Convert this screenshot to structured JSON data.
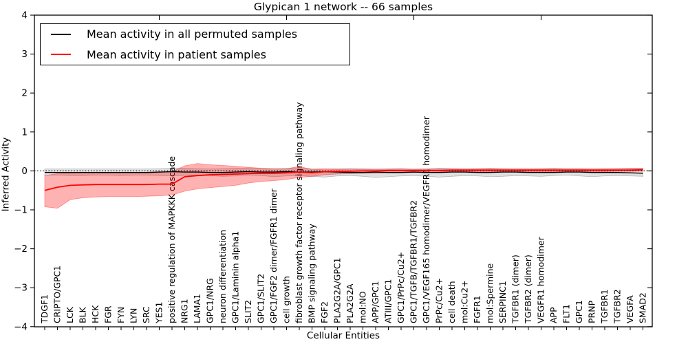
{
  "title": "Glypican 1 network -- 66 samples",
  "axes": {
    "x_label": "Cellular Entities",
    "y_label": "Inferred Activity",
    "y_ticks": [
      4,
      3,
      2,
      1,
      0,
      -1,
      -2,
      -3,
      -4
    ],
    "y_min": -4,
    "y_max": 4
  },
  "legend": {
    "items": [
      {
        "label": "Mean activity in all permuted samples",
        "color": "#000000"
      },
      {
        "label": "Mean activity in patient samples",
        "color": "#ff0000"
      }
    ]
  },
  "colors": {
    "patient_line": "#ff0000",
    "permuted_line": "#000000",
    "patient_band": "#ff0000",
    "permuted_band": "#000000",
    "zero_line": "#000000"
  },
  "chart_data": {
    "type": "line",
    "title": "Glypican 1 network -- 66 samples",
    "xlabel": "Cellular Entities",
    "ylabel": "Inferred Activity",
    "ylim": [
      -4,
      4
    ],
    "grid": false,
    "legend_position": "upper left",
    "zero_line": {
      "y": 0,
      "style": "dotted"
    },
    "top_ticks_at_categories": [
      9,
      19,
      29,
      39
    ],
    "categories": [
      "TDGF1",
      "CRIPTO/GPC1",
      "LCK",
      "BLK",
      "HCK",
      "FGR",
      "FYN",
      "LYN",
      "SRC",
      "YES1",
      "positive regulation of MAPKKK cascade",
      "NRG1",
      "LAMA1",
      "GPC1/NRG",
      "neuron differentiation",
      "GPC1/Laminin alpha1",
      "SLIT2",
      "GPC1/SLIT2",
      "GPC1/FGF2 dimer/FGFR1 dimer",
      "cell growth",
      "fibroblast growth factor receptor signaling pathway",
      "BMP signaling pathway",
      "FGF2",
      "PLA2G2A/GPC1",
      "PLA2G2A",
      "mol:NO",
      "APP/GPC1",
      "ATIII/GPC1",
      "GPC1/PrPc/Cu2+",
      "GPC1/TGFB/TGFBR1/TGFBR2",
      "GPC1/VEGF165 homodimer/VEGFR1 homodimer",
      "PrPc/Cu2+",
      "cell death",
      "mol:Cu2+",
      "FGFR1",
      "mol:Spermine",
      "SERPINC1",
      "TGFBR1 (dimer)",
      "TGFBR2 (dimer)",
      "VEGFR1 homodimer",
      "APP",
      "FLT1",
      "GPC1",
      "PRNP",
      "TGFBR1",
      "TGFBR2",
      "VEGFA",
      "SMAD2"
    ],
    "series": [
      {
        "name": "Mean activity in all permuted samples",
        "color": "#000000",
        "values": [
          -0.04,
          -0.04,
          -0.04,
          -0.04,
          -0.04,
          -0.04,
          -0.04,
          -0.04,
          -0.04,
          -0.03,
          -0.02,
          -0.03,
          -0.03,
          -0.04,
          -0.04,
          -0.03,
          -0.02,
          -0.03,
          -0.03,
          -0.02,
          -0.03,
          -0.03,
          -0.02,
          -0.03,
          -0.04,
          -0.04,
          -0.03,
          -0.04,
          -0.04,
          -0.03,
          -0.04,
          -0.04,
          -0.03,
          -0.03,
          -0.04,
          -0.04,
          -0.03,
          -0.03,
          -0.04,
          -0.04,
          -0.04,
          -0.03,
          -0.03,
          -0.04,
          -0.04,
          -0.04,
          -0.05,
          -0.06
        ]
      },
      {
        "name": "Mean activity in patient samples",
        "color": "#ff0000",
        "values": [
          -0.5,
          -0.42,
          -0.37,
          -0.36,
          -0.35,
          -0.35,
          -0.35,
          -0.35,
          -0.35,
          -0.34,
          -0.34,
          -0.15,
          -0.12,
          -0.1,
          -0.09,
          -0.08,
          -0.07,
          -0.06,
          -0.06,
          -0.05,
          -0.03,
          -0.05,
          -0.02,
          -0.01,
          -0.01,
          0.0,
          0.0,
          0.01,
          0.01,
          0.01,
          0.01,
          0.01,
          0.02,
          0.02,
          0.02,
          0.02,
          0.02,
          0.02,
          0.02,
          0.02,
          0.02,
          0.02,
          0.02,
          0.02,
          0.02,
          0.02,
          0.02,
          0.03
        ]
      }
    ],
    "bands": [
      {
        "name": "permuted-range",
        "fill": "#000000",
        "opacity": 0.12,
        "top": [
          0.05,
          0.05,
          0.05,
          0.05,
          0.05,
          0.05,
          0.05,
          0.05,
          0.05,
          0.06,
          0.07,
          0.07,
          0.06,
          0.05,
          0.06,
          0.07,
          0.07,
          0.06,
          0.05,
          0.07,
          0.08,
          0.06,
          0.05,
          0.06,
          0.07,
          0.06,
          0.05,
          0.06,
          0.06,
          0.05,
          0.06,
          0.07,
          0.06,
          0.05,
          0.06,
          0.07,
          0.06,
          0.05,
          0.05,
          0.06,
          0.07,
          0.06,
          0.06,
          0.05,
          0.06,
          0.06,
          0.07,
          0.07
        ],
        "bottom": [
          -0.11,
          -0.11,
          -0.12,
          -0.12,
          -0.11,
          -0.11,
          -0.12,
          -0.11,
          -0.11,
          -0.12,
          -0.13,
          -0.12,
          -0.11,
          -0.12,
          -0.14,
          -0.13,
          -0.11,
          -0.12,
          -0.15,
          -0.13,
          -0.12,
          -0.14,
          -0.16,
          -0.13,
          -0.12,
          -0.14,
          -0.17,
          -0.15,
          -0.13,
          -0.12,
          -0.14,
          -0.16,
          -0.14,
          -0.12,
          -0.13,
          -0.15,
          -0.14,
          -0.12,
          -0.13,
          -0.14,
          -0.12,
          -0.11,
          -0.13,
          -0.15,
          -0.13,
          -0.12,
          -0.13,
          -0.14
        ]
      },
      {
        "name": "patient-range",
        "fill": "#ff0000",
        "opacity": 0.3,
        "top": [
          -0.12,
          -0.07,
          -0.06,
          -0.05,
          -0.05,
          -0.05,
          -0.05,
          -0.05,
          -0.05,
          -0.04,
          -0.02,
          0.13,
          0.19,
          0.16,
          0.14,
          0.12,
          0.09,
          0.07,
          0.06,
          0.05,
          0.12,
          0.03,
          0.05,
          0.04,
          0.03,
          0.04,
          0.04,
          0.04,
          0.05,
          0.04,
          0.04,
          0.05,
          0.05,
          0.05,
          0.05,
          0.05,
          0.05,
          0.05,
          0.05,
          0.05,
          0.05,
          0.05,
          0.05,
          0.05,
          0.05,
          0.06,
          0.06,
          0.06
        ],
        "bottom": [
          -0.92,
          -0.96,
          -0.74,
          -0.69,
          -0.67,
          -0.66,
          -0.66,
          -0.66,
          -0.65,
          -0.64,
          -0.62,
          -0.52,
          -0.46,
          -0.43,
          -0.4,
          -0.37,
          -0.31,
          -0.27,
          -0.25,
          -0.22,
          -0.17,
          -0.14,
          -0.1,
          -0.08,
          -0.07,
          -0.06,
          -0.06,
          -0.05,
          -0.05,
          -0.04,
          -0.04,
          -0.03,
          -0.02,
          -0.02,
          -0.02,
          -0.02,
          -0.02,
          -0.02,
          -0.02,
          -0.02,
          -0.02,
          -0.02,
          -0.02,
          -0.02,
          -0.02,
          -0.01,
          -0.01,
          0.0
        ]
      }
    ]
  }
}
